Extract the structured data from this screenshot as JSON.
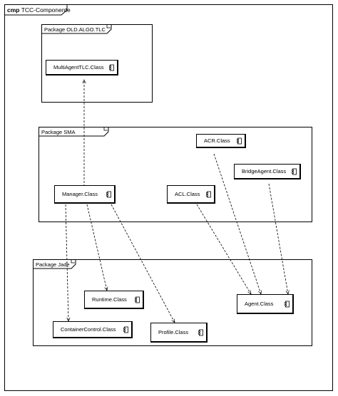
{
  "frame": {
    "keyword": "cmp",
    "name": "TCC-Componente"
  },
  "packages": {
    "old_algo": {
      "label": "Package OLD.ALGO.TLC"
    },
    "sma": {
      "label": "Package SMA"
    },
    "jade": {
      "label": "Package Jade"
    }
  },
  "classes": {
    "multiagent": {
      "name": "MultiAgentTLC.Class",
      "icon": "component-icon"
    },
    "acr": {
      "name": "ACR.Class",
      "icon": "component-icon"
    },
    "bridgeagent": {
      "name": "BridgeAgent.Class",
      "icon": "component-icon"
    },
    "manager": {
      "name": "Manager.Class",
      "icon": "component-icon"
    },
    "acl": {
      "name": "ACL.Class",
      "icon": "component-icon"
    },
    "runtime": {
      "name": "Runtime.Class",
      "icon": "component-icon"
    },
    "agent": {
      "name": "Agent.Class",
      "icon": "component-icon"
    },
    "containercontrol": {
      "name": "ContainerControl.Class",
      "icon": "component-icon"
    },
    "profile": {
      "name": "Profile.Class",
      "icon": "component-icon"
    }
  },
  "dependencies": [
    {
      "from": "Manager.Class",
      "to": "MultiAgentTLC.Class"
    },
    {
      "from": "Manager.Class",
      "to": "ContainerControl.Class"
    },
    {
      "from": "Manager.Class",
      "to": "Runtime.Class"
    },
    {
      "from": "Manager.Class",
      "to": "Profile.Class"
    },
    {
      "from": "ACL.Class",
      "to": "Agent.Class"
    },
    {
      "from": "ACR.Class",
      "to": "Agent.Class"
    },
    {
      "from": "BridgeAgent.Class",
      "to": "Agent.Class"
    }
  ]
}
